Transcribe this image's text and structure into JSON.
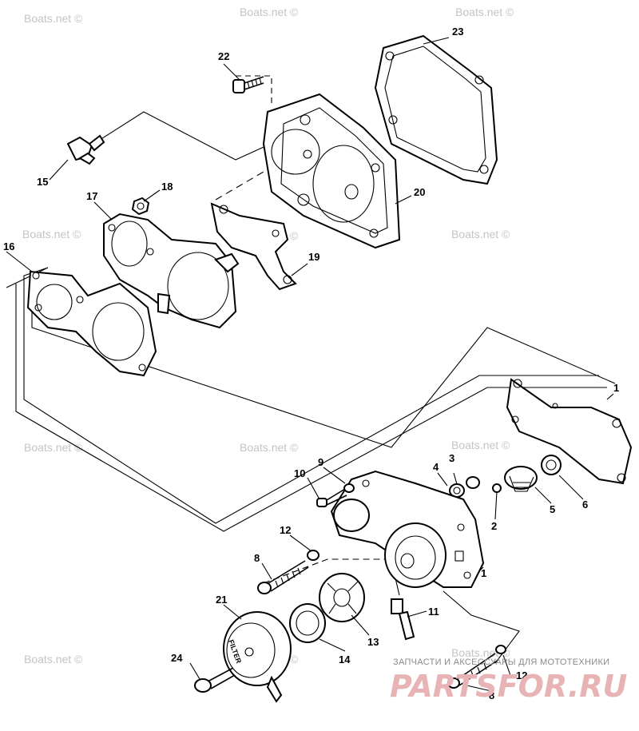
{
  "watermark": "Boats.net ©",
  "callouts": [
    "1",
    "1",
    "2",
    "3",
    "4",
    "5",
    "6",
    "8",
    "8",
    "9",
    "10",
    "11",
    "12",
    "12",
    "13",
    "14",
    "15",
    "16",
    "17",
    "18",
    "19",
    "20",
    "21",
    "22",
    "23",
    "24"
  ],
  "cover_text": "FILTER",
  "shop": {
    "tagline": "ЗАПЧАСТИ И АКСЕССУАРЫ ДЛЯ МОТОТЕХНИКИ",
    "logo": "PARTSFOR.RU",
    "logo_color": "#e7b3b5"
  }
}
